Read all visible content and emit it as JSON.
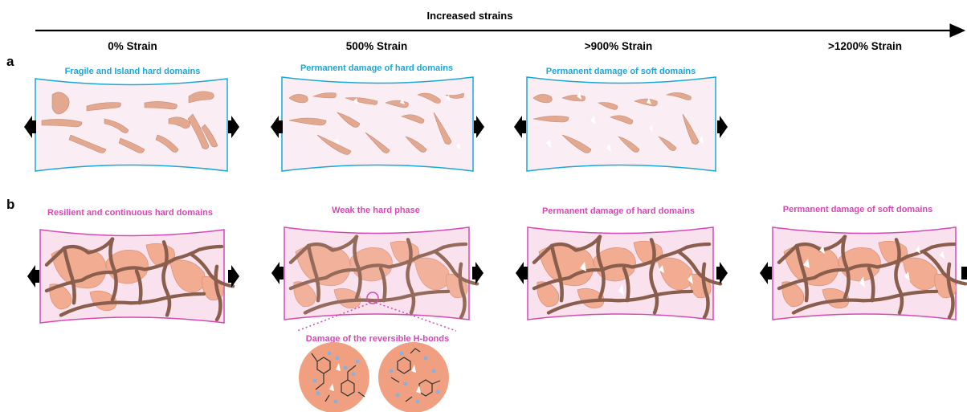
{
  "header": {
    "title": "Increased strains",
    "strain_labels": [
      "0% Strain",
      "500% Strain",
      ">900% Strain",
      ">1200% Strain"
    ]
  },
  "row_a": {
    "letter": "a",
    "captions": [
      "Fragile and Island hard domains",
      "Permanent damage of hard domains",
      "Permanent damage of soft domains"
    ]
  },
  "row_b": {
    "letter": "b",
    "captions": [
      "Resilient and continuous hard domains",
      "Weak the hard phase",
      "Permanent damage of hard domains",
      "Permanent damage of soft domains"
    ],
    "zoom_caption": "Damage of the reversible H-bonds"
  },
  "colors": {
    "cyan": "#1ba7d9",
    "magenta": "#d848b4",
    "panel_a_fill": "#faeef4",
    "panel_b_fill": "#f9e2ee",
    "hard_domain": "#e2a890",
    "hard_domain_b": "#f2aa8e",
    "network": "#8a5e4c",
    "circle": "#f0a080"
  }
}
